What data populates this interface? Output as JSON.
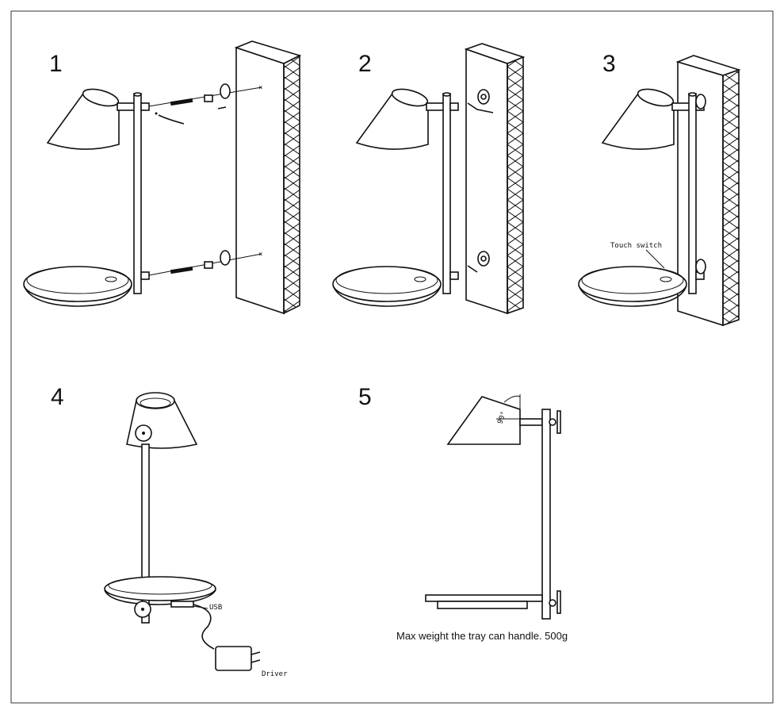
{
  "steps": [
    {
      "number": "1"
    },
    {
      "number": "2"
    },
    {
      "number": "3",
      "label": "Touch switch"
    },
    {
      "number": "4",
      "usb_label": "USB",
      "driver_label": "Driver"
    },
    {
      "number": "5",
      "angle_label": "90°",
      "caption": "Max weight the tray can handle. 500g"
    }
  ]
}
